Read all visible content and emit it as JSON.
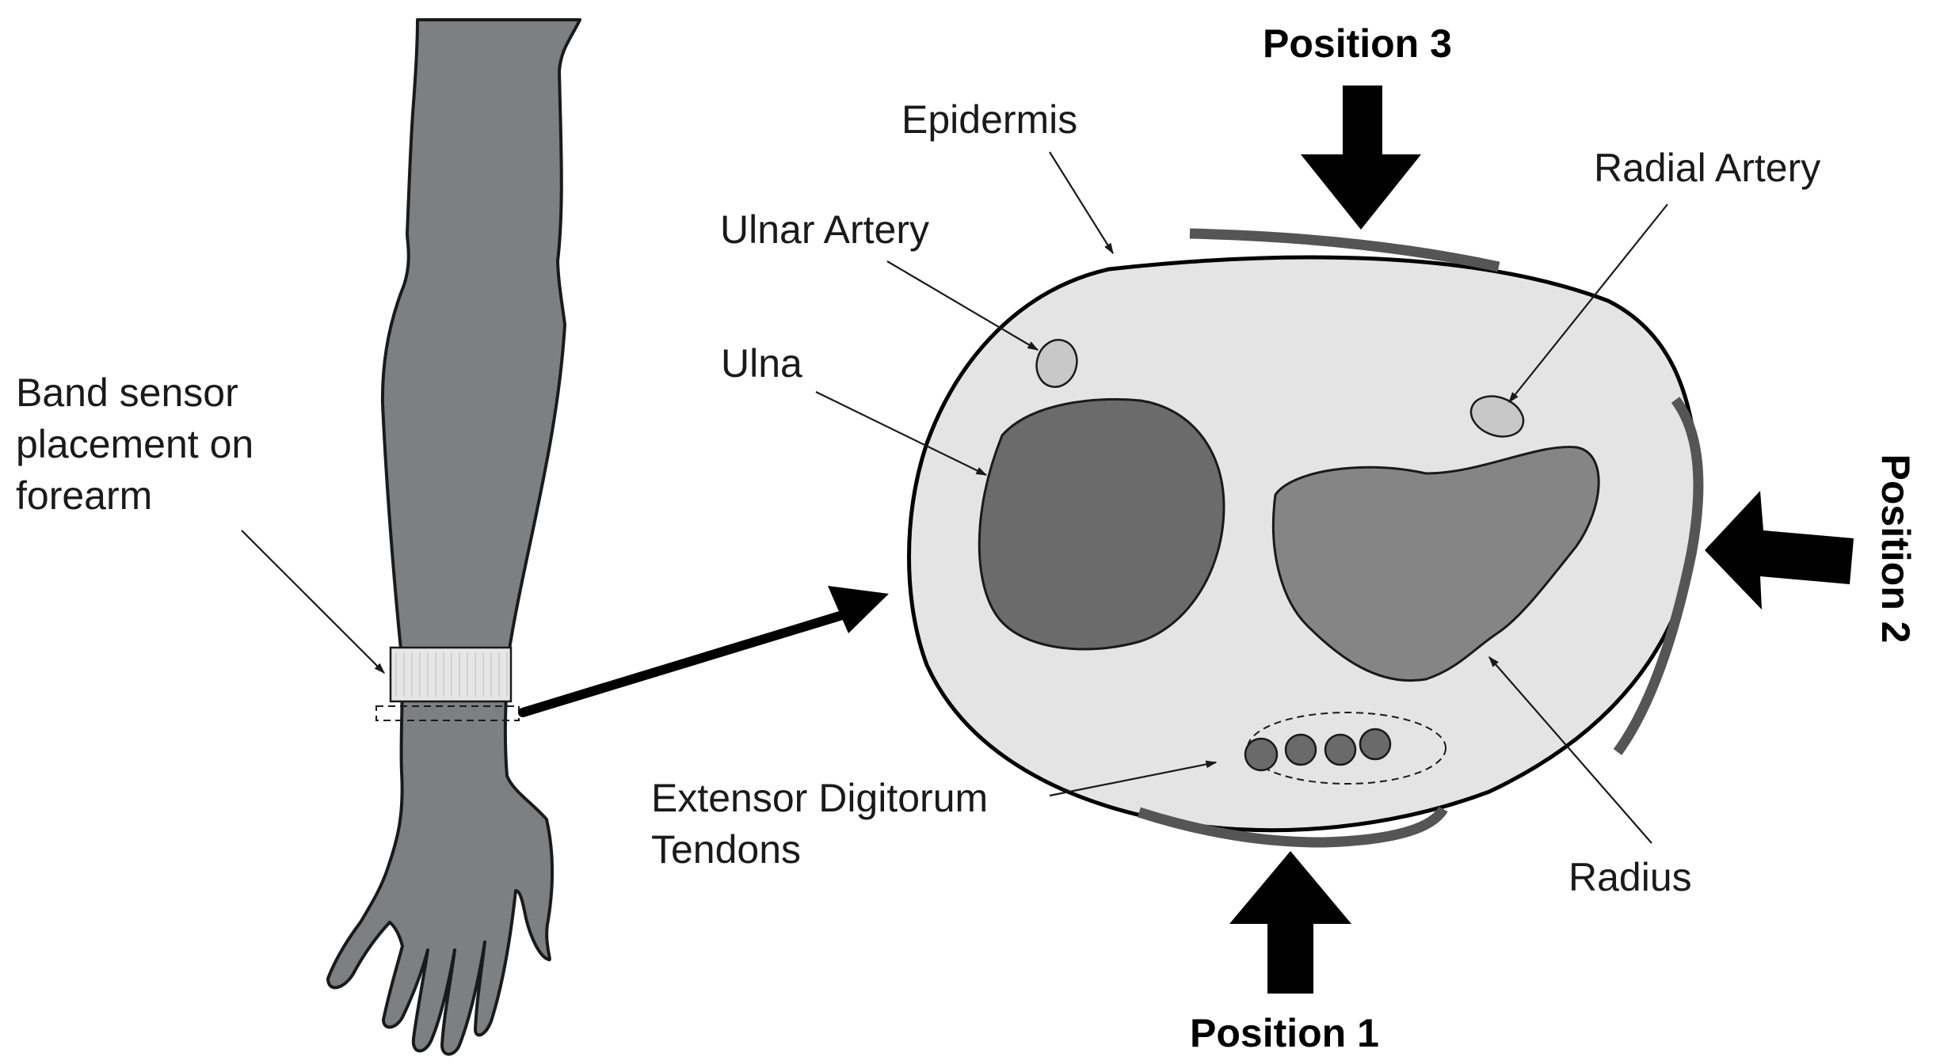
{
  "labels": {
    "band_sensor": [
      "Band sensor",
      "placement on",
      "forearm"
    ],
    "epidermis": "Epidermis",
    "ulnar_artery": "Ulnar Artery",
    "ulna": "Ulna",
    "radial_artery": "Radial Artery",
    "radius": "Radius",
    "tendons": [
      "Extensor Digitorum",
      "Tendons"
    ]
  },
  "positions": {
    "p1": "Position 1",
    "p2": "Position 2",
    "p3": "Position 3"
  },
  "colors": {
    "arm": "#7d7f81",
    "arm_outline": "#1a1a1a",
    "cross_section_fill": "#e4e4e4",
    "bone_ulna": "#6b6b6b",
    "bone_radius": "#858585",
    "artery": "#c8c8c8",
    "tendon": "#6a6a6a",
    "sensor_pad": "#555555",
    "band": "#e6e6e6",
    "arrow": "#000000"
  }
}
